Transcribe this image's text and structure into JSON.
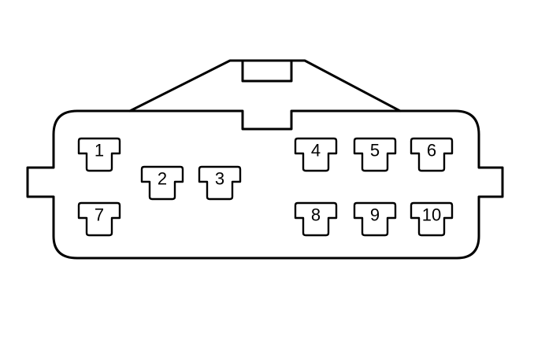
{
  "connector": {
    "pins": [
      {
        "label": "1"
      },
      {
        "label": "2"
      },
      {
        "label": "3"
      },
      {
        "label": "4"
      },
      {
        "label": "5"
      },
      {
        "label": "6"
      },
      {
        "label": "7"
      },
      {
        "label": "8"
      },
      {
        "label": "9"
      },
      {
        "label": "10"
      }
    ]
  }
}
